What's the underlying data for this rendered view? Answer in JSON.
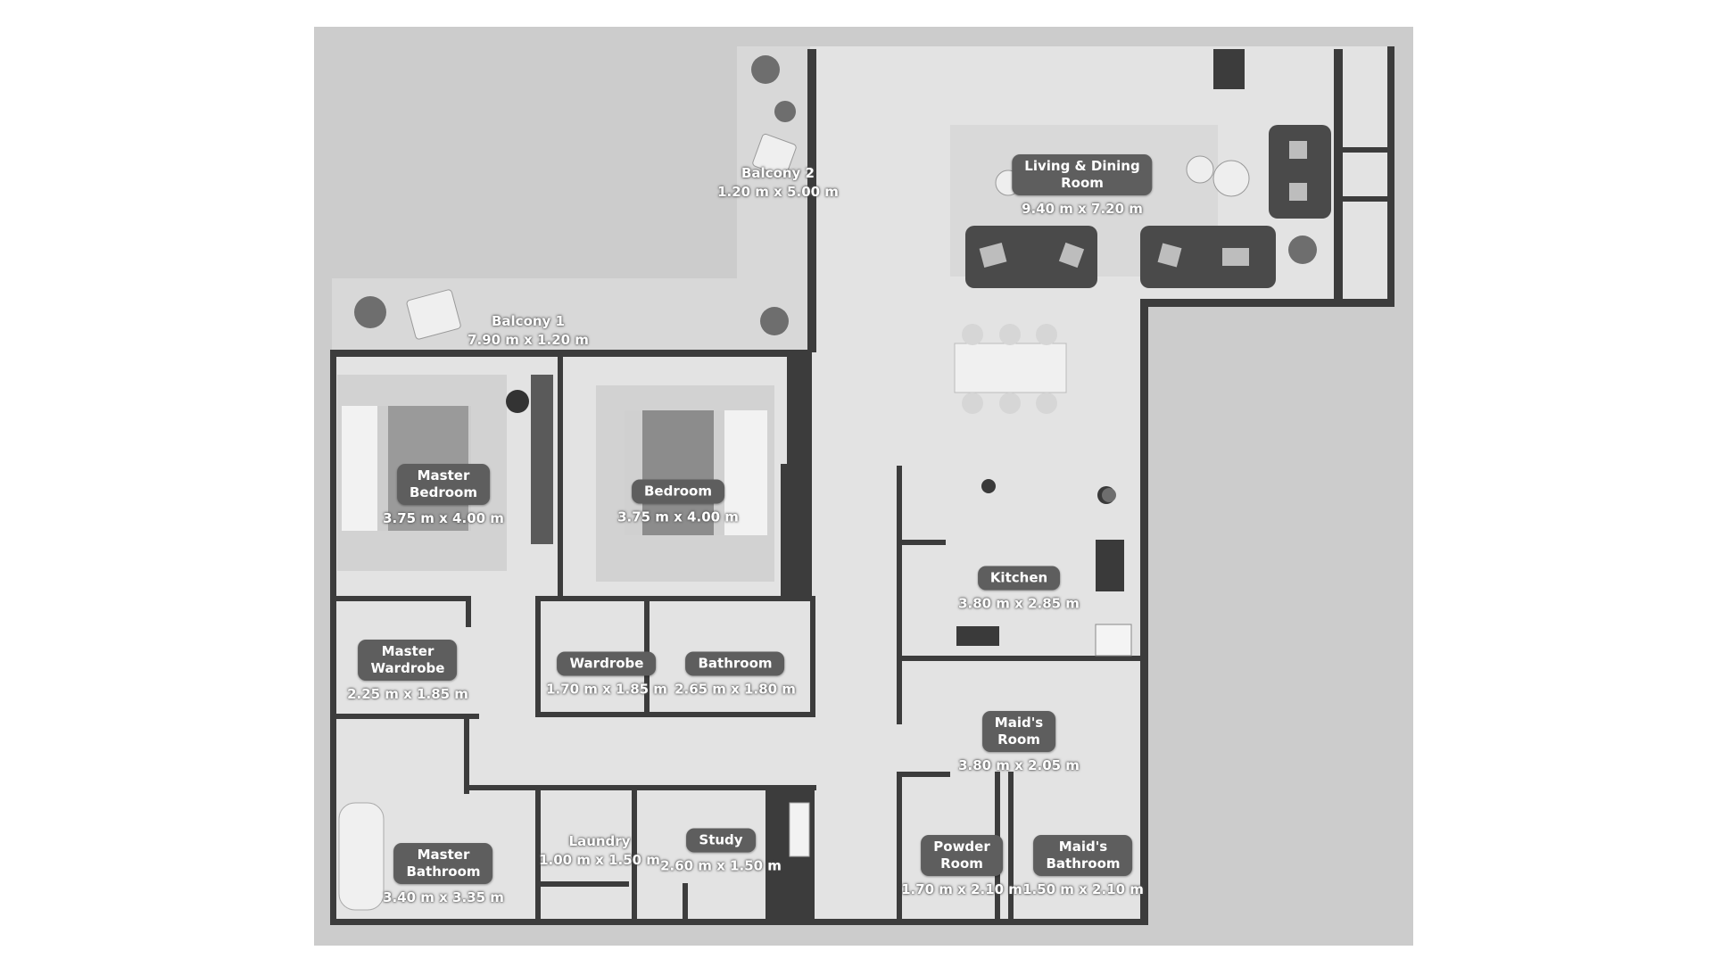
{
  "rooms": {
    "balcony2": {
      "name": "Balcony 2",
      "size": "1.20 m x 5.00 m"
    },
    "living": {
      "name": "Living & Dining\nRoom",
      "size": "9.40 m x 7.20 m"
    },
    "balcony1": {
      "name": "Balcony 1",
      "size": "7.90 m x 1.20 m"
    },
    "master_bedroom": {
      "name": "Master\nBedroom",
      "size": "3.75 m x 4.00 m"
    },
    "bedroom": {
      "name": "Bedroom",
      "size": "3.75 m x 4.00 m"
    },
    "kitchen": {
      "name": "Kitchen",
      "size": "3.80 m x 2.85 m"
    },
    "master_wardrobe": {
      "name": "Master\nWardrobe",
      "size": "2.25 m x 1.85 m"
    },
    "wardrobe": {
      "name": "Wardrobe",
      "size": "1.70 m x 1.85 m"
    },
    "bathroom": {
      "name": "Bathroom",
      "size": "2.65 m x 1.80 m"
    },
    "maids_room": {
      "name": "Maid's\nRoom",
      "size": "3.80 m x 2.05 m"
    },
    "laundry": {
      "name": "Laundry",
      "size": "1.00 m x 1.50 m"
    },
    "study": {
      "name": "Study",
      "size": "2.60 m x 1.50 m"
    },
    "master_bathroom": {
      "name": "Master\nBathroom",
      "size": "3.40 m x 3.35 m"
    },
    "powder_room": {
      "name": "Powder\nRoom",
      "size": "1.70 m x 2.10 m"
    },
    "maids_bathroom": {
      "name": "Maid's\nBathroom",
      "size": "1.50 m x 2.10 m"
    }
  },
  "colors": {
    "background": "#ffffff",
    "frame": "#cccccc",
    "floor": "#e2e2e2",
    "wall": "#3c3c3c",
    "label_bg": "#5e5e5e"
  }
}
